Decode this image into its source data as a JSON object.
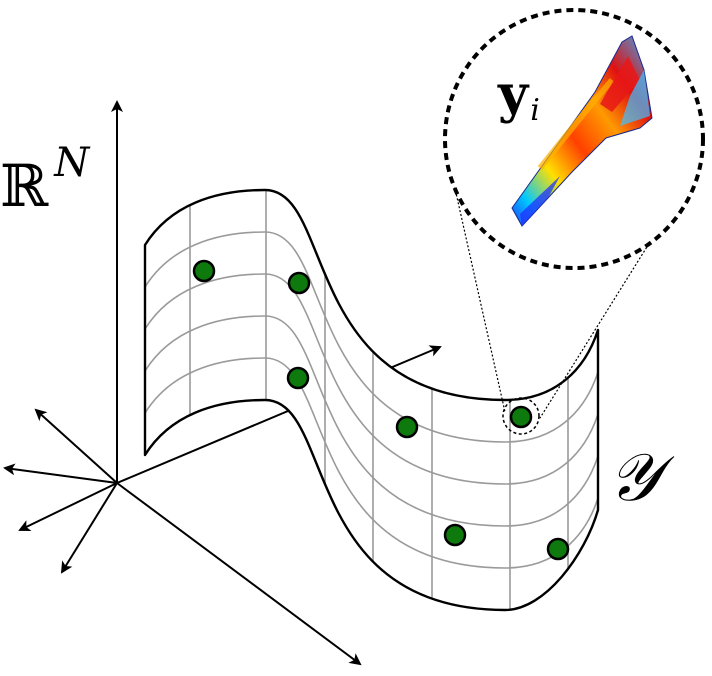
{
  "labels": {
    "space_symbol": "ℝ",
    "space_exponent": "N",
    "sample_symbol": "y",
    "sample_subscript": "i",
    "manifold_symbol": "𝒴"
  },
  "colors": {
    "point_fill": "#0e7a0e",
    "point_stroke": "#000000",
    "grid": "#9a9a9a",
    "outline": "#000000"
  },
  "sample_points": [
    {
      "id": "p1"
    },
    {
      "id": "p2"
    },
    {
      "id": "p3"
    },
    {
      "id": "p4"
    },
    {
      "id": "p5"
    },
    {
      "id": "p6"
    },
    {
      "id": "p7"
    }
  ],
  "highlighted_point": "p5"
}
